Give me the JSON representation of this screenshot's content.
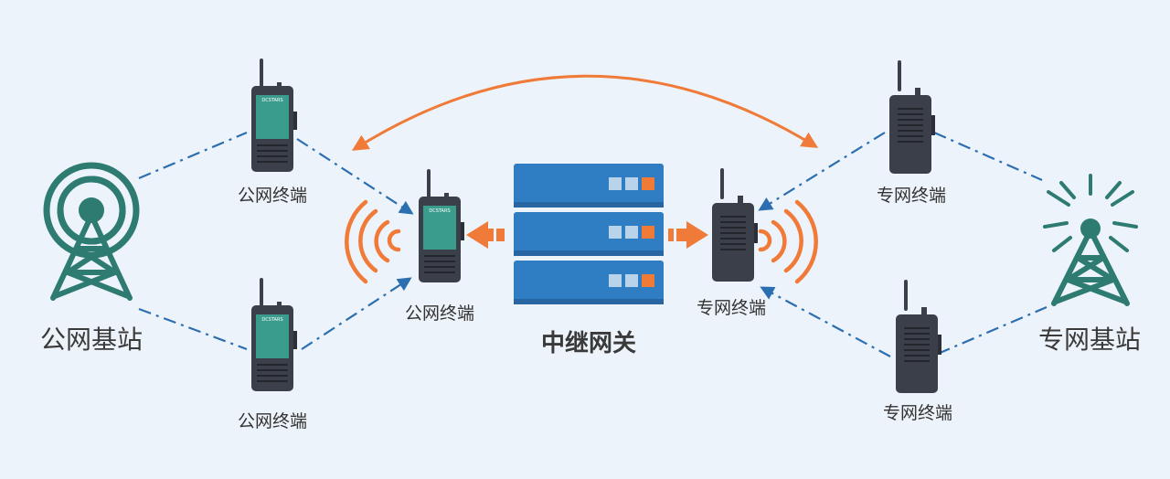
{
  "nodes": {
    "public_base_station": "公网基站",
    "private_base_station": "专网基站",
    "gateway": "中继网关",
    "public_terminal_top": "公网终端",
    "public_terminal_bottom": "公网终端",
    "public_terminal_center": "公网终端",
    "private_terminal_top": "专网终端",
    "private_terminal_bottom": "专网终端",
    "private_terminal_center": "专网终端"
  },
  "colors": {
    "background": "#edf3fa",
    "tower": "#2e7b72",
    "dashed_link": "#2b6fb0",
    "accent": "#f07a38",
    "server": "#2f7dc3",
    "device": "#3b3f4a",
    "screen": "#3a9c8c"
  },
  "icons": [
    "public-tower-icon",
    "private-tower-icon",
    "server-icon",
    "smartphone-radio-icon",
    "walkie-talkie-icon",
    "signal-waves-icon",
    "arrow-icon"
  ]
}
